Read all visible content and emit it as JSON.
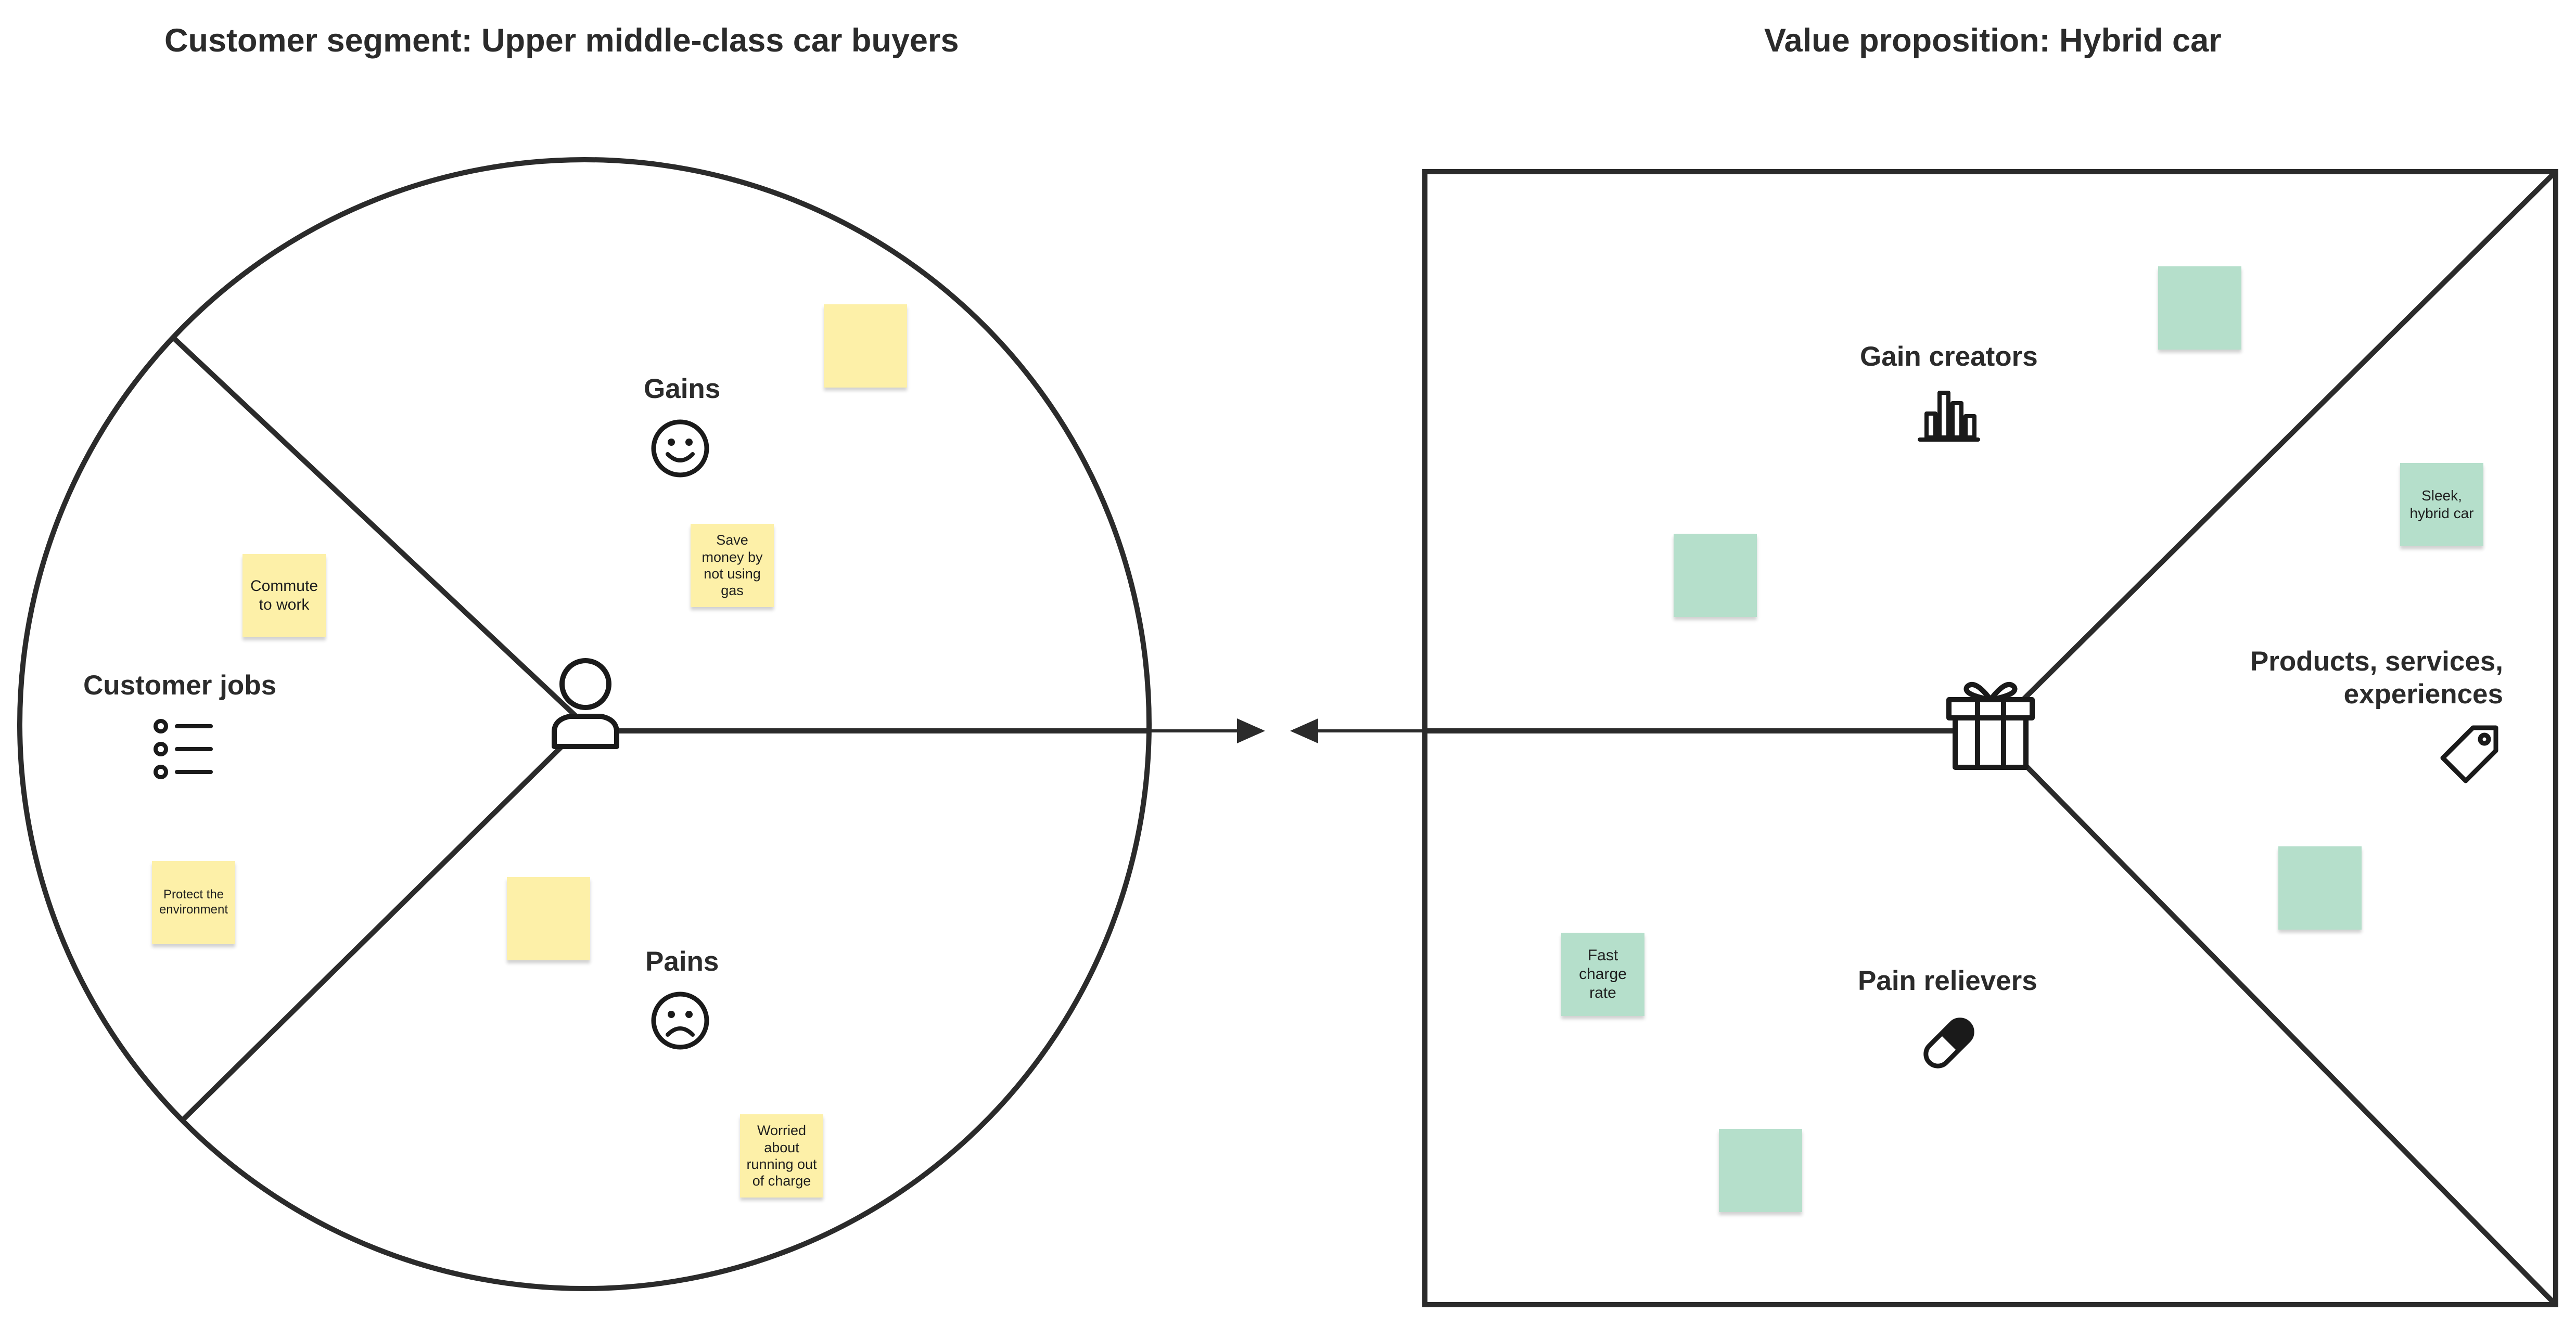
{
  "customer_segment": {
    "title": "Customer segment: Upper middle-class car buyers",
    "sections": {
      "gains": {
        "label": "Gains",
        "icon": "smile-icon"
      },
      "pains": {
        "label": "Pains",
        "icon": "frown-icon"
      },
      "customer_jobs": {
        "label": "Customer jobs",
        "icon": "list-icon"
      }
    },
    "center_icon": "user-icon",
    "sticky_notes": [
      {
        "text": "Save money by not using gas",
        "section": "gains",
        "color": "#fdf0a8"
      },
      {
        "text": "",
        "section": "gains",
        "color": "#fdf0a8"
      },
      {
        "text": "Commute to work",
        "section": "customer_jobs",
        "color": "#fdf0a8"
      },
      {
        "text": "Protect the environment",
        "section": "customer_jobs",
        "color": "#fdf0a8"
      },
      {
        "text": "",
        "section": "pains",
        "color": "#fdf0a8"
      },
      {
        "text": "Worried about running out of charge",
        "section": "pains",
        "color": "#fdf0a8"
      }
    ]
  },
  "value_proposition": {
    "title": "Value proposition: Hybrid car",
    "sections": {
      "gain_creators": {
        "label": "Gain creators",
        "icon": "bar-chart-icon"
      },
      "pain_relievers": {
        "label": "Pain relievers",
        "icon": "pill-icon"
      },
      "products": {
        "label": "Products, services,\nexperiences",
        "icon": "tag-icon"
      }
    },
    "center_icon": "gift-icon",
    "sticky_notes": [
      {
        "text": "",
        "section": "gain_creators",
        "color": "#b5dfcb"
      },
      {
        "text": "",
        "section": "gain_creators",
        "color": "#b5dfcb"
      },
      {
        "text": "Sleek, hybrid car",
        "section": "products",
        "color": "#b5dfcb"
      },
      {
        "text": "",
        "section": "products",
        "color": "#b5dfcb"
      },
      {
        "text": "Fast charge rate",
        "section": "pain_relievers",
        "color": "#b5dfcb"
      },
      {
        "text": "",
        "section": "pain_relievers",
        "color": "#b5dfcb"
      }
    ]
  },
  "colors": {
    "stroke": "#2b2b2b",
    "yellow_note": "#fdf0a8",
    "green_note": "#b5dfcb",
    "icon": "#1a1a1a"
  }
}
